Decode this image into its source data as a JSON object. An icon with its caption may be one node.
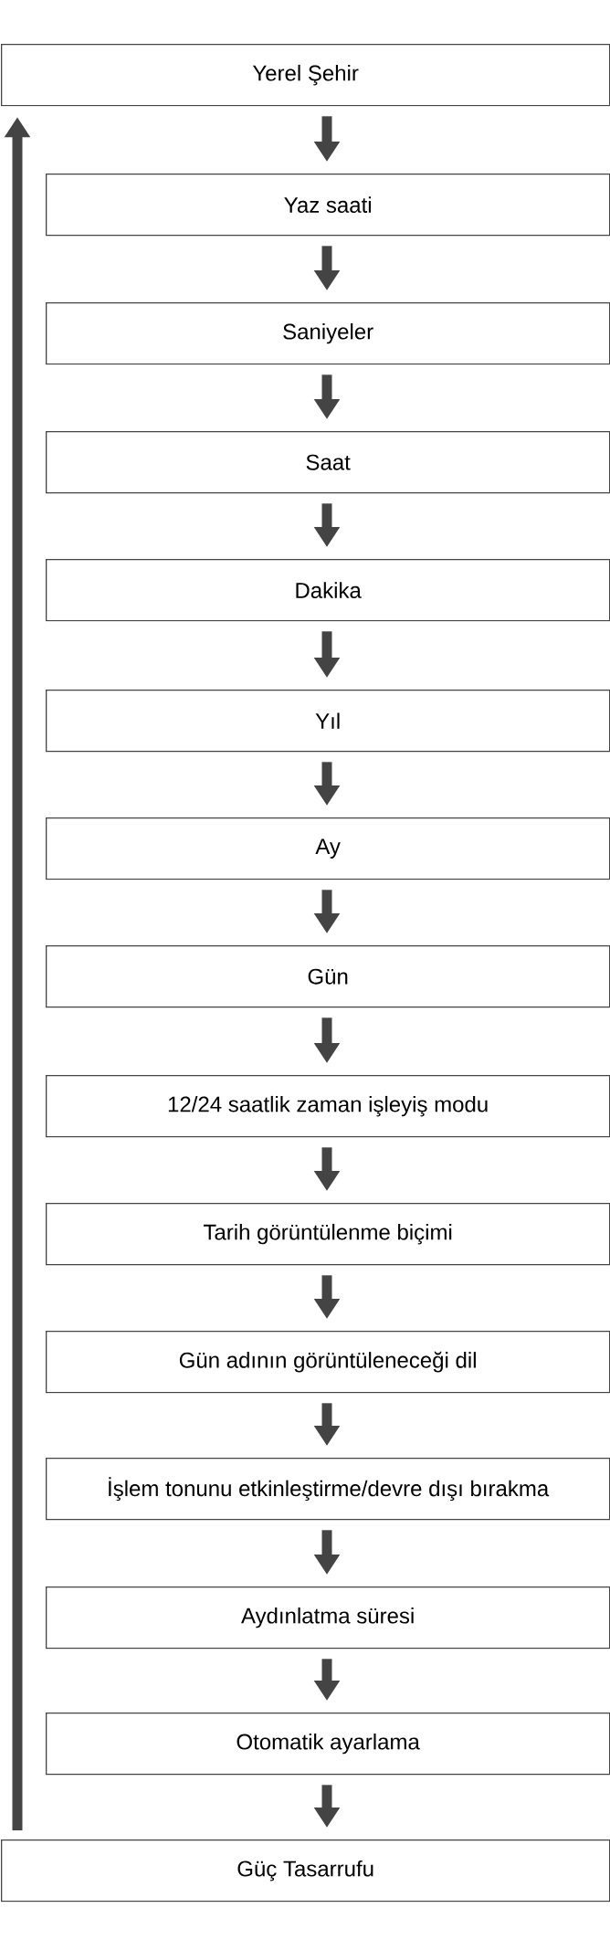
{
  "diagram": {
    "nodes": [
      {
        "text": [
          "Yerel Şehir"
        ]
      },
      {
        "text": [
          "Yaz saati"
        ]
      },
      {
        "text": [
          "Saniyeler"
        ]
      },
      {
        "text": [
          "Saat"
        ]
      },
      {
        "text": [
          "Dakika"
        ]
      },
      {
        "text": [
          "Yıl"
        ]
      },
      {
        "text": [
          "Ay"
        ]
      },
      {
        "text": [
          "Gün"
        ]
      },
      {
        "text": [
          "12/24 saatlik zaman işleyiş modu"
        ]
      },
      {
        "text": [
          "Tarih görüntülenme biçimi"
        ]
      },
      {
        "text": [
          "Gün adının görüntüleneceği dil"
        ]
      },
      {
        "text": [
          "İşlem tonunu etkinleştirme/devre dışı bırakma"
        ]
      },
      {
        "text": [
          "Aydınlatma süresi"
        ]
      },
      {
        "text": [
          "Otomatik ayarlama"
        ]
      },
      {
        "text": [
          "Güç Tasarrufu"
        ]
      }
    ],
    "edges": [
      {
        "from": 0,
        "to": 1,
        "arrow": "to"
      },
      {
        "from": 1,
        "to": 2,
        "arrow": "to"
      },
      {
        "from": 2,
        "to": 3,
        "arrow": "to"
      },
      {
        "from": 3,
        "to": 4,
        "arrow": "to"
      },
      {
        "from": 4,
        "to": 5,
        "arrow": "to"
      },
      {
        "from": 5,
        "to": 6,
        "arrow": "to"
      },
      {
        "from": 6,
        "to": 7,
        "arrow": "to"
      },
      {
        "from": 7,
        "to": 8,
        "arrow": "to"
      },
      {
        "from": 8,
        "to": 9,
        "arrow": "to"
      },
      {
        "from": 9,
        "to": 10,
        "arrow": "to"
      },
      {
        "from": 10,
        "to": 11,
        "arrow": "to"
      },
      {
        "from": 11,
        "to": 12,
        "arrow": "to"
      },
      {
        "from": 12,
        "to": 13,
        "arrow": "to"
      },
      {
        "from": 13,
        "to": 14,
        "arrow": "to"
      },
      {
        "from": 14,
        "to": 0,
        "arrow": "to"
      }
    ]
  }
}
